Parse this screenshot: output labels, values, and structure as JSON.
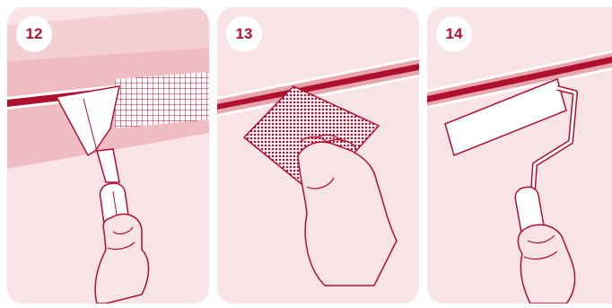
{
  "steps": [
    {
      "number": "12",
      "illustration": "spatula-applying-mesh-tape-icon"
    },
    {
      "number": "13",
      "illustration": "sanding-sponge-icon"
    },
    {
      "number": "14",
      "illustration": "paint-roller-icon"
    }
  ],
  "colors": {
    "panel_bg": "#f8e3e6",
    "band": "#e7a6ae",
    "stripe": "#b0102f",
    "outline": "#b0102f",
    "badge_text": "#b0102f",
    "white": "#ffffff"
  }
}
